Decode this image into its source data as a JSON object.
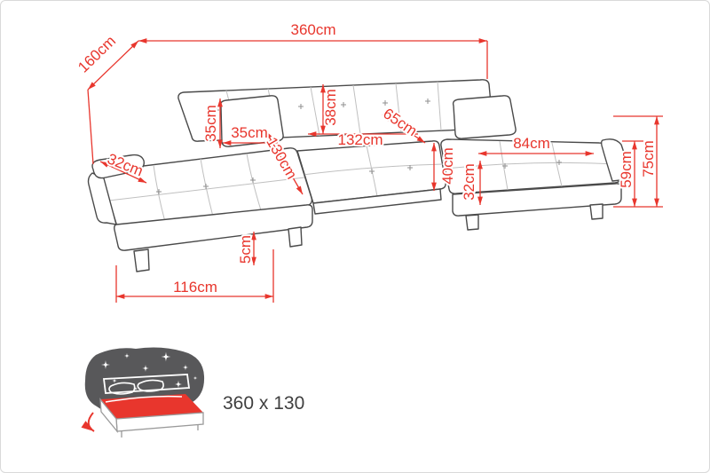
{
  "colors": {
    "dimension_red": "#e8362d",
    "outline_gray": "#4a4a4a",
    "night_blob_gray": "#58585a",
    "mattress_red": "#e8362d"
  },
  "icons": {
    "sleeping_function": "bed-fold-out-with-stars-icon"
  },
  "dimensions": {
    "total_width": "360cm",
    "total_depth": "160cm",
    "left_arm_width": "32cm",
    "left_pillow_height": "35cm",
    "left_pillow_width": "35cm",
    "left_chaise_depth": "130cm",
    "backrest_height": "38cm",
    "center_seat_width": "132cm",
    "corner_seat_width": "65cm",
    "right_seat_depth": "40cm",
    "right_chaise_width": "84cm",
    "right_arm_width": "32cm",
    "height_total": "75cm",
    "height_seat": "59cm",
    "leg_height": "5cm",
    "left_chaise_width": "116cm"
  },
  "sleeping_area": {
    "label": "360 x 130"
  }
}
